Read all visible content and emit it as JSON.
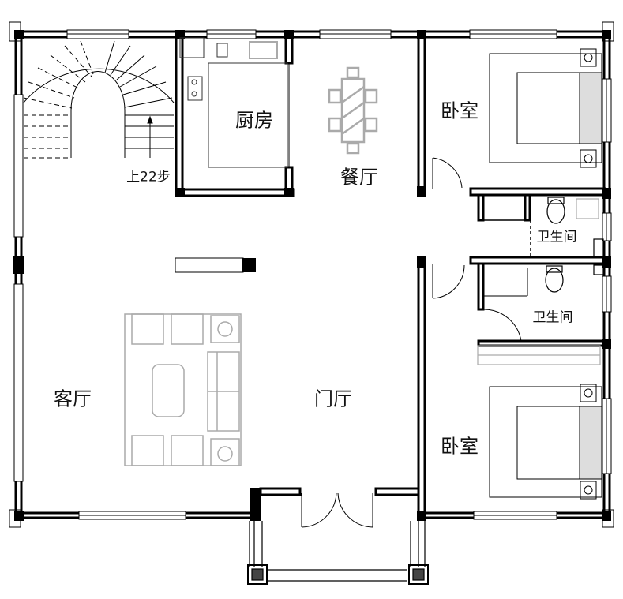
{
  "title": "Floor plan",
  "rooms": {
    "kitchen": "厨房",
    "dining": "餐厅",
    "bedroom_top": "卧室",
    "bath_top": "卫生间",
    "bath_bottom": "卫生间",
    "living": "客厅",
    "foyer": "门厅",
    "bedroom_bottom": "卧室"
  },
  "stairs": "上22步",
  "colors": {
    "wall": "#000000",
    "furniture": "#aaaaaa",
    "fixture": "#333333"
  }
}
